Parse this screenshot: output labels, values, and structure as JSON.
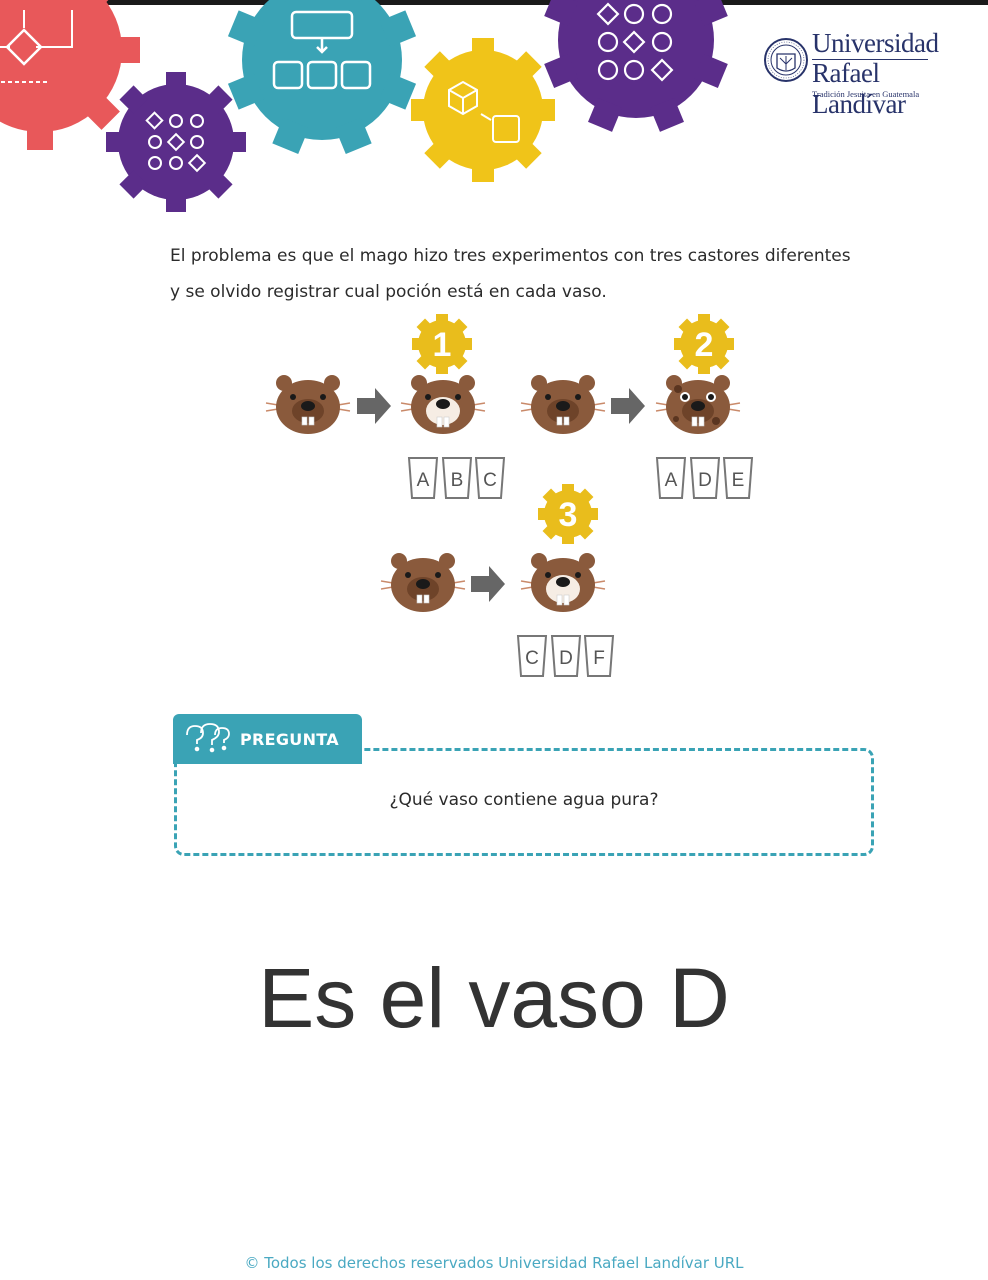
{
  "logo": {
    "line1": "Universidad",
    "line2": "Rafael Landívar",
    "tagline": "Tradición Jesuita en Guatemala"
  },
  "intro": {
    "text": "El problema es que el mago hizo tres experimentos con tres castores diferentes y se olvido registrar cual poción está en cada vaso."
  },
  "experiments": [
    {
      "number": "1",
      "cups": [
        "A",
        "B",
        "C"
      ]
    },
    {
      "number": "2",
      "cups": [
        "A",
        "D",
        "E"
      ]
    },
    {
      "number": "3",
      "cups": [
        "C",
        "D",
        "F"
      ]
    }
  ],
  "pregunta": {
    "label": "PREGUNTA",
    "question": "¿Qué vaso contiene agua pura?"
  },
  "answer": "Es el vaso D",
  "footer": "© Todos los derechos reservados Universidad Rafael Landívar URL",
  "colors": {
    "gear_red": "#e8585a",
    "gear_teal": "#3aa3b5",
    "gear_purple": "#5b2d8a",
    "gear_yellow": "#f0c419",
    "badge_yellow": "#e9bd1c",
    "beaver_brown": "#8a5a3c",
    "arrow_gray": "#666666",
    "accent_teal": "#3aa3b5",
    "logo_navy": "#28336a"
  }
}
